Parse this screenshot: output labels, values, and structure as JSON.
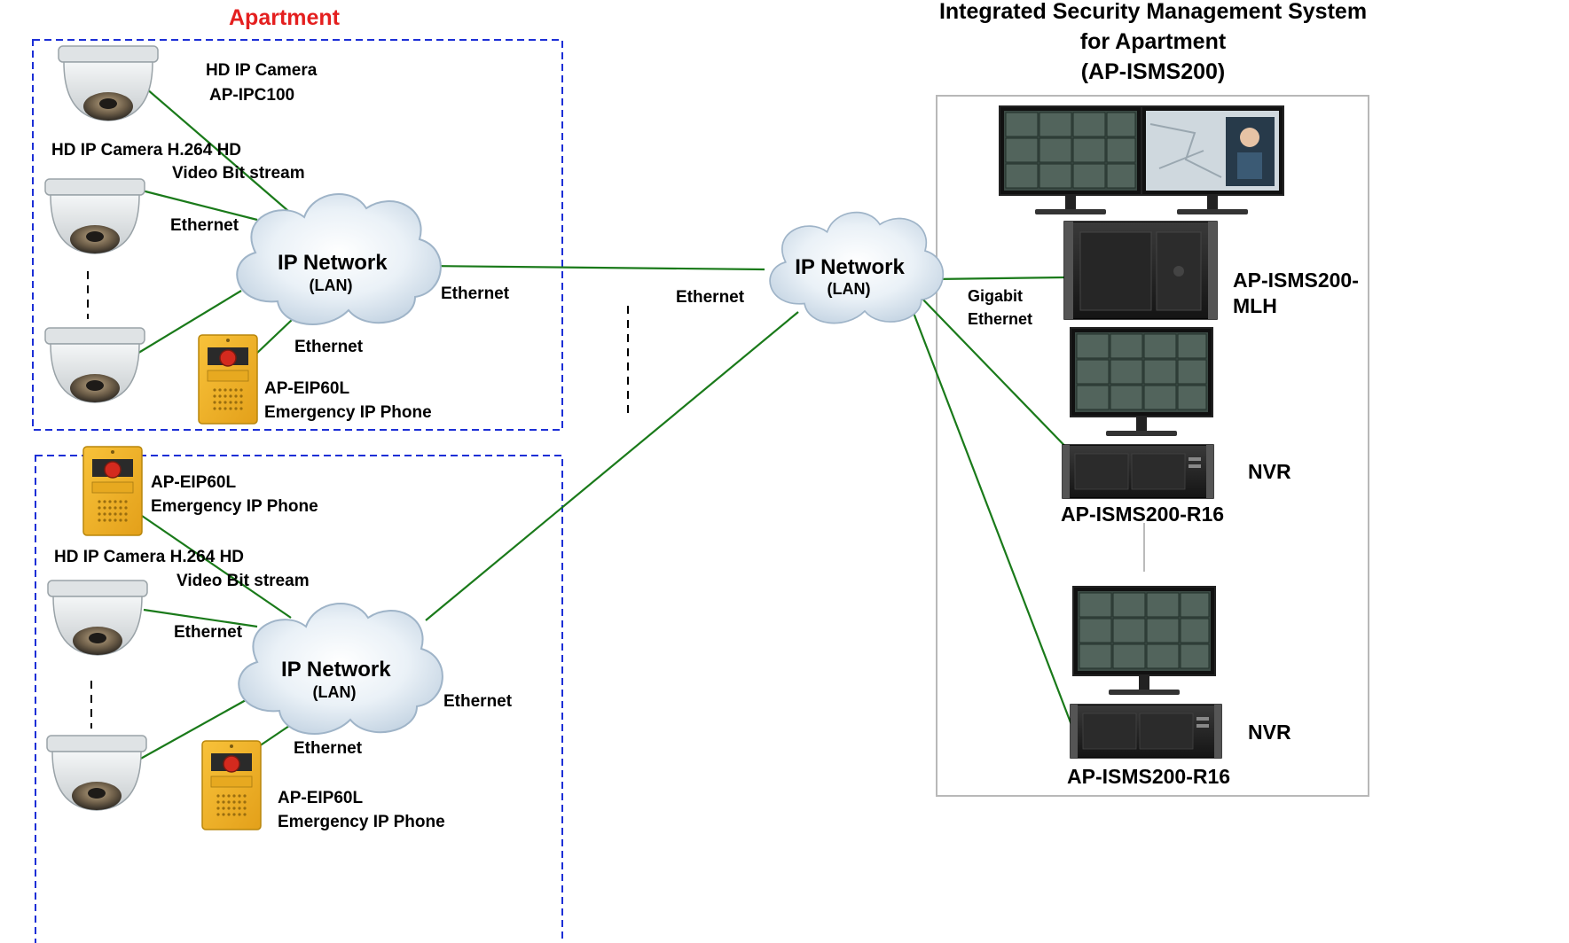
{
  "region_title": "Apartment",
  "system_title": {
    "line1": "Integrated Security Management System",
    "line2": "for Apartment",
    "line3": "(AP-ISMS200)"
  },
  "apartment_top": {
    "camera_model_name": "HD IP Camera",
    "camera_model": "AP-IPC100",
    "camera_stream_label": "HD IP Camera  H.264 HD",
    "camera_stream_label2": "Video Bit stream",
    "ethernet_1": "Ethernet",
    "ethernet_2": "Ethernet",
    "uplink_ethernet": "Ethernet",
    "network_title": "IP Network",
    "network_sub": "(LAN)",
    "phone_model": "AP-EIP60L",
    "phone_name": "Emergency IP Phone"
  },
  "apartment_bottom": {
    "phone_model": "AP-EIP60L",
    "phone_name": "Emergency IP Phone",
    "camera_stream_label": "HD IP Camera  H.264 HD",
    "camera_stream_label2": "Video Bit stream",
    "ethernet_1": "Ethernet",
    "ethernet_2": "Ethernet",
    "uplink_ethernet": "Ethernet",
    "network_title": "IP Network",
    "network_sub": "(LAN)",
    "phone2_model": "AP-EIP60L",
    "phone2_name": "Emergency IP Phone"
  },
  "core": {
    "link_ethernet": "Ethernet",
    "network_title": "IP Network",
    "network_sub": "(LAN)",
    "gigabit_1": "Gigabit",
    "gigabit_2": "Ethernet"
  },
  "system": {
    "server_model_1": "AP-ISMS200-",
    "server_model_2": "MLH",
    "nvr1_label": "NVR",
    "nvr1_model": "AP-ISMS200-R16",
    "nvr2_label": "NVR",
    "nvr2_model": "AP-ISMS200-R16"
  },
  "colors": {
    "link": "#1a7a1a",
    "dash_box": "#1c2fd6",
    "title_red": "#e41f1f",
    "phone_yellow": "#f2b425",
    "cloud": "#dfeaf4"
  }
}
